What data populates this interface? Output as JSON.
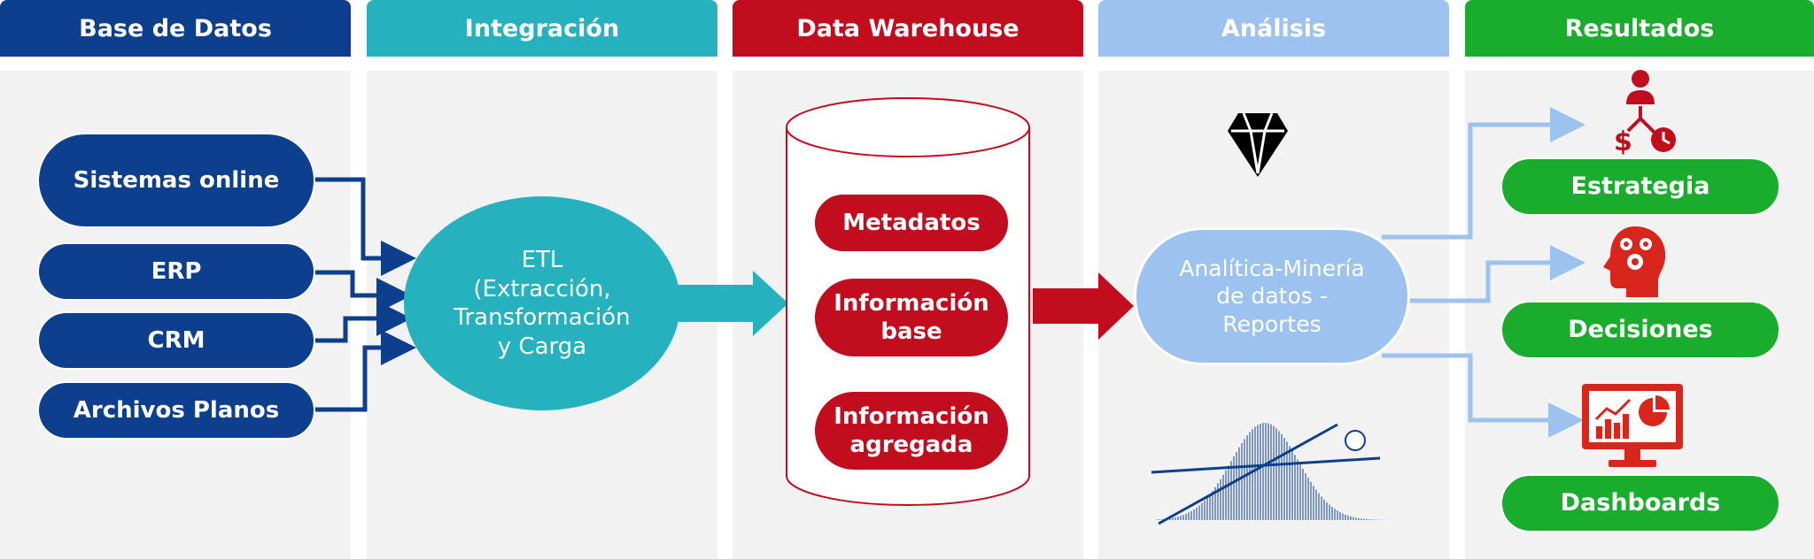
{
  "columns": [
    {
      "label": "Base de Datos",
      "color": "#0d3f8f"
    },
    {
      "label": "Integración",
      "color": "#25b2be"
    },
    {
      "label": "Data Warehouse",
      "color": "#c10d1e"
    },
    {
      "label": "Análisis",
      "color": "#9cc3f0"
    },
    {
      "label": "Resultados",
      "color": "#1aac2c"
    }
  ],
  "sources": [
    "Sistemas online",
    "ERP",
    "CRM",
    "Archivos Planos"
  ],
  "etl": {
    "line1": "ETL",
    "line2": "(Extracción,",
    "line3": "Transformación",
    "line4": "y Carga"
  },
  "warehouse": {
    "metadata": "Metadatos",
    "base_l1": "Información",
    "base_l2": "base",
    "agg_l1": "Información",
    "agg_l2": "agregada"
  },
  "analysis": {
    "line1": "Analítica-Minería",
    "line2": "de datos -",
    "line3": "Reportes"
  },
  "results": [
    "Estrategia",
    "Decisiones",
    "Dashboards"
  ],
  "icons": [
    "diamond-icon",
    "distribution-chart-icon",
    "strategy-person-icon",
    "head-gears-icon",
    "monitor-dashboard-icon"
  ]
}
